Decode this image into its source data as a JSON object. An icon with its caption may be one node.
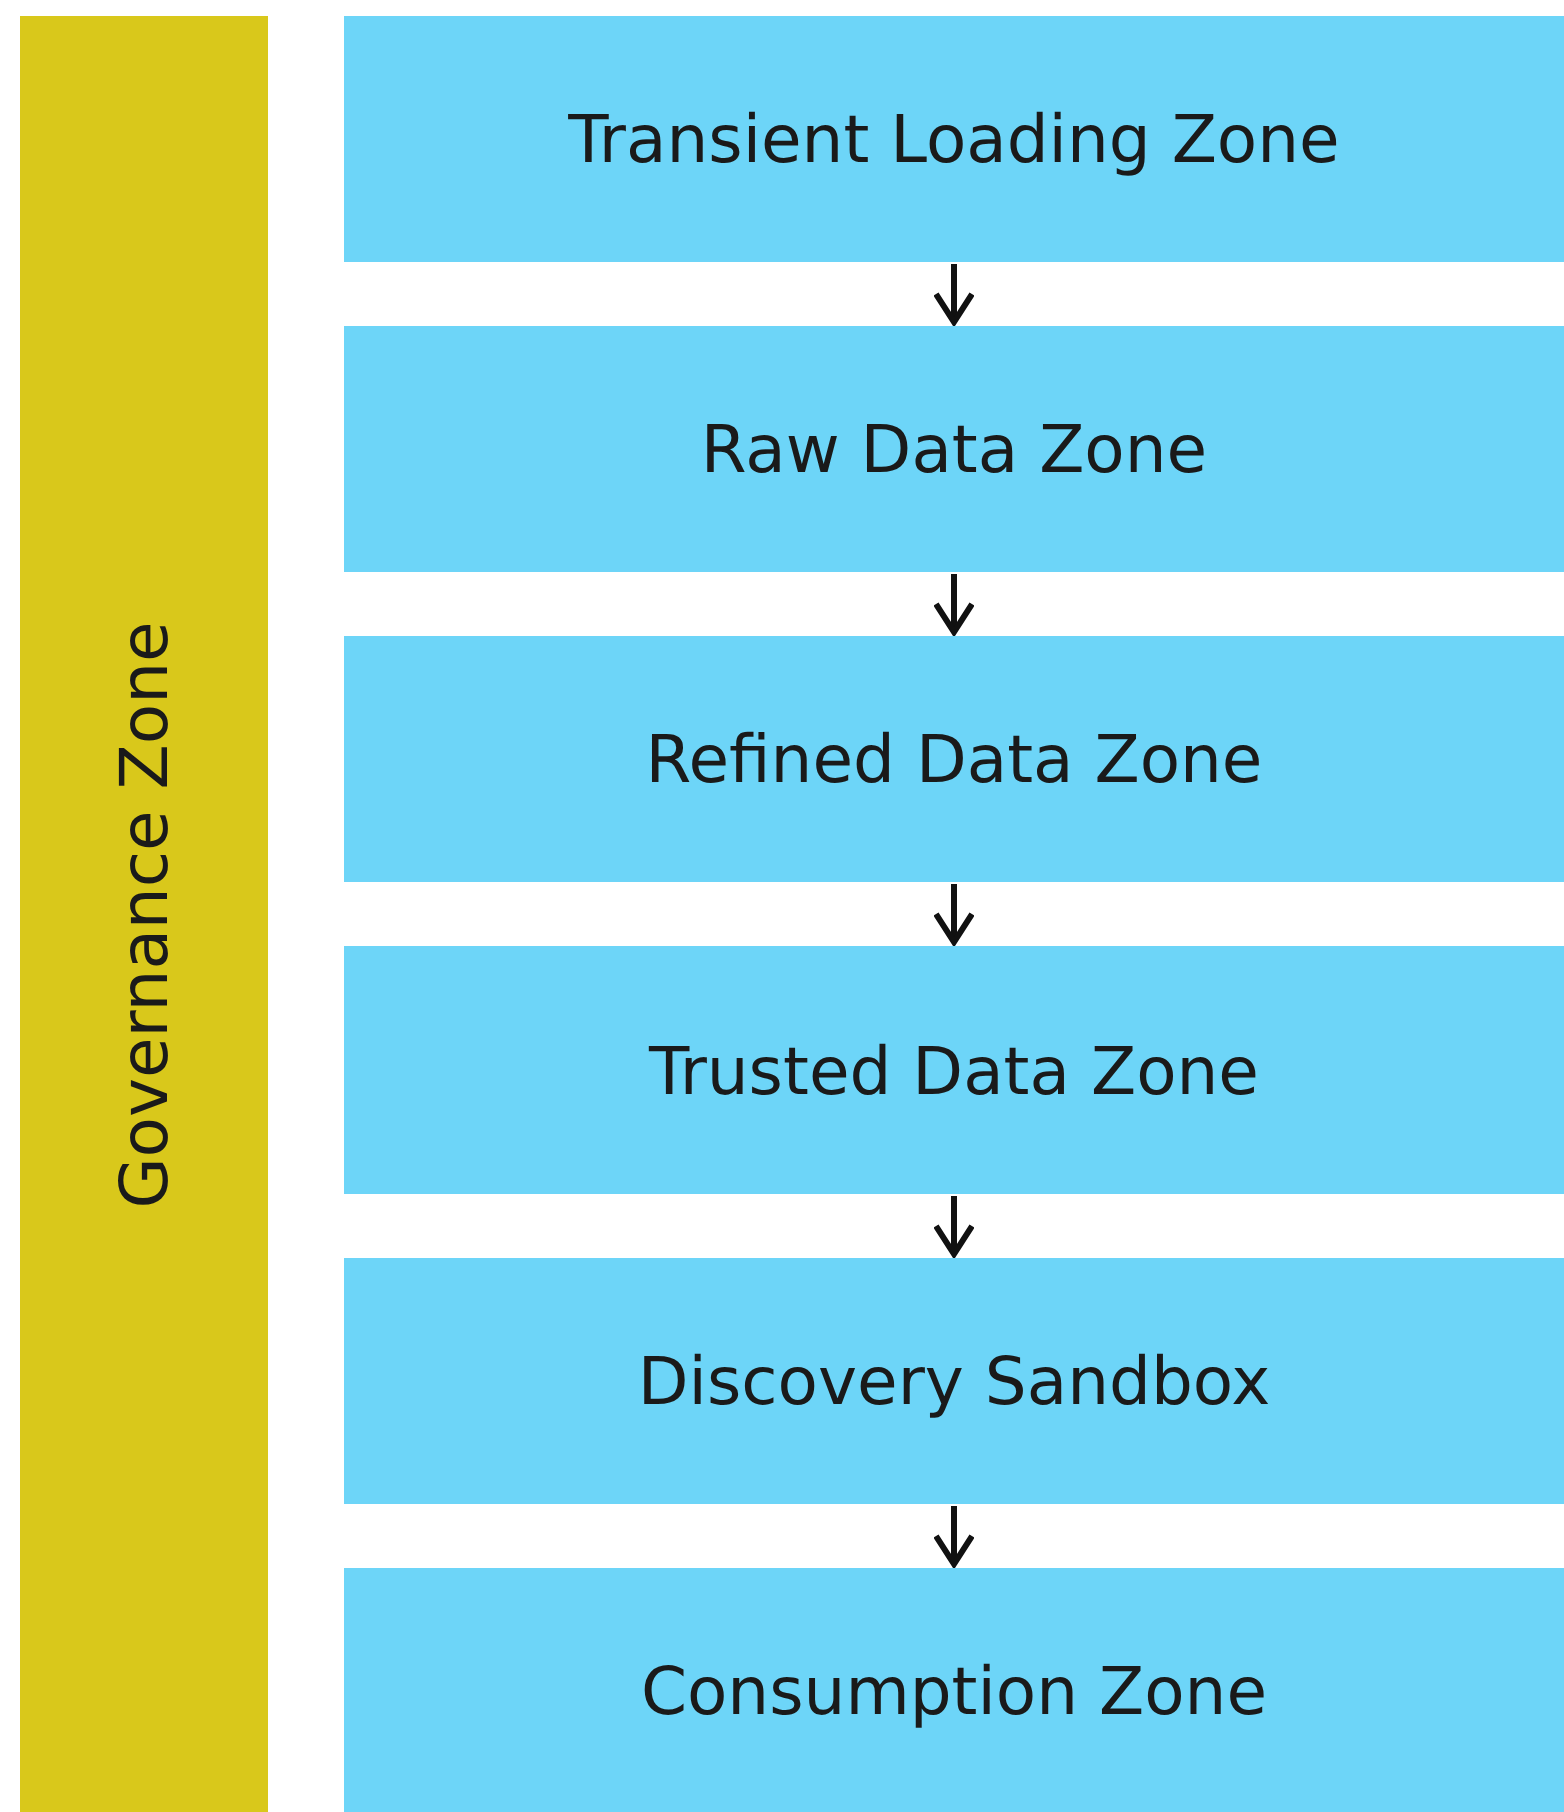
{
  "diagram": {
    "nodes": [
      {
        "text": [
          "Governance Zone"
        ]
      },
      {
        "text": [
          "Transient Loading Zone"
        ]
      },
      {
        "text": [
          "Raw Data Zone"
        ]
      },
      {
        "text": [
          "Refined Data Zone"
        ]
      },
      {
        "text": [
          "Trusted Data Zone"
        ]
      },
      {
        "text": [
          "Discovery Sandbox"
        ]
      },
      {
        "text": [
          "Consumption Zone"
        ]
      }
    ],
    "edges": [
      {
        "from": 1,
        "to": 2,
        "arrow": "to"
      },
      {
        "from": 2,
        "to": 3,
        "arrow": "to"
      },
      {
        "from": 3,
        "to": 4,
        "arrow": "to"
      },
      {
        "from": 4,
        "to": 5,
        "arrow": "to"
      },
      {
        "from": 5,
        "to": 6,
        "arrow": "to"
      }
    ]
  }
}
